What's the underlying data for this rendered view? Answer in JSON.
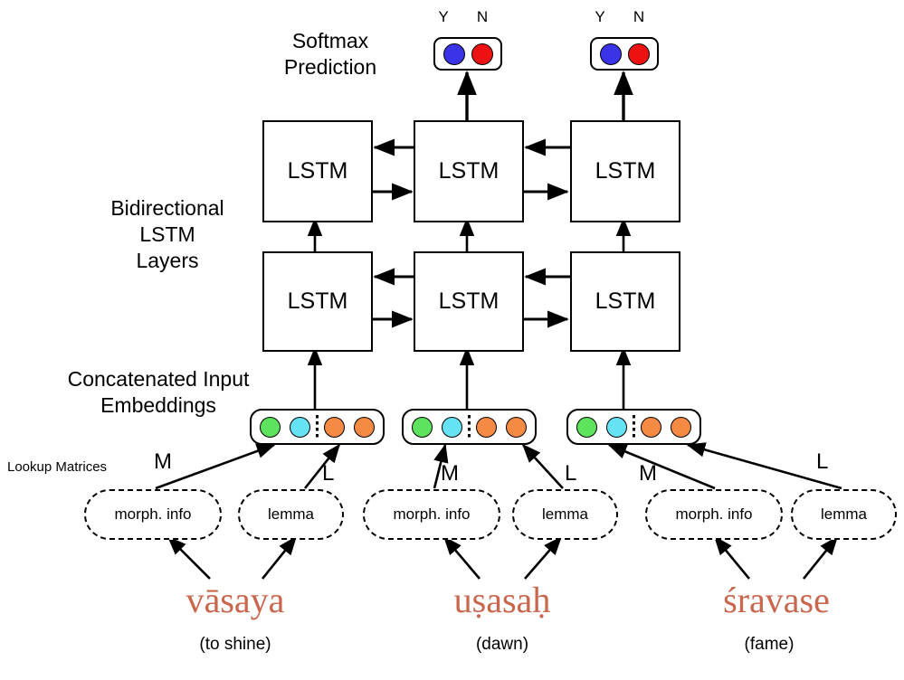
{
  "diagram": {
    "title_labels": {
      "softmax": "Softmax\nPrediction",
      "softmax_line1": "Softmax",
      "softmax_line2": "Prediction",
      "bilstm_line1": "Bidirectional",
      "bilstm_line2": "LSTM",
      "bilstm_line3": "Layers",
      "embeddings_line1": "Concatenated Input",
      "embeddings_line2": "Embeddings",
      "lookup_matrices": "Lookup Matrices"
    },
    "softmax_outputs": [
      {
        "class_labels": [
          "Y",
          "N"
        ],
        "dot_colors": [
          "#3a33e8",
          "#ee1111"
        ]
      },
      {
        "class_labels": [
          "Y",
          "N"
        ],
        "dot_colors": [
          "#3a33e8",
          "#ee1111"
        ]
      }
    ],
    "lstm_label": "LSTM",
    "lstm_layers": [
      {
        "name": "upper-layer",
        "cells": [
          "LSTM",
          "LSTM",
          "LSTM"
        ]
      },
      {
        "name": "lower-layer",
        "cells": [
          "LSTM",
          "LSTM",
          "LSTM"
        ]
      }
    ],
    "embedding_cells": [
      {
        "dot_colors": [
          "#5ee35e",
          "#66e2f5",
          "#f58a44",
          "#f58a44"
        ],
        "separator_after": 2
      },
      {
        "dot_colors": [
          "#5ee35e",
          "#66e2f5",
          "#f58a44",
          "#f58a44"
        ],
        "separator_after": 2
      },
      {
        "dot_colors": [
          "#5ee35e",
          "#66e2f5",
          "#f58a44",
          "#f58a44"
        ],
        "separator_after": 2
      }
    ],
    "lookup_labels": {
      "morph": "morph. info",
      "lemma": "lemma"
    },
    "matrix_labels": {
      "morph": "M",
      "lemma": "L"
    },
    "tokens": [
      {
        "word": "vāsaya",
        "gloss": "(to shine)",
        "morph": "morph. info",
        "lemma": "lemma",
        "m_label": "M",
        "l_label": "L"
      },
      {
        "word": "uṣasaḥ",
        "gloss": "(dawn)",
        "morph": "morph. info",
        "lemma": "lemma",
        "m_label": "M",
        "l_label": "L"
      },
      {
        "word": "śravase",
        "gloss": "(fame)",
        "morph": "morph. info",
        "lemma": "lemma",
        "m_label": "M",
        "l_label": "L"
      }
    ],
    "colors": {
      "word_text": "#c8664e",
      "stroke": "#000000",
      "background": "#ffffff",
      "dot_green": "#5ee35e",
      "dot_cyan": "#66e2f5",
      "dot_orange": "#f58a44",
      "dot_blue": "#3a33e8",
      "dot_red": "#ee1111"
    }
  }
}
